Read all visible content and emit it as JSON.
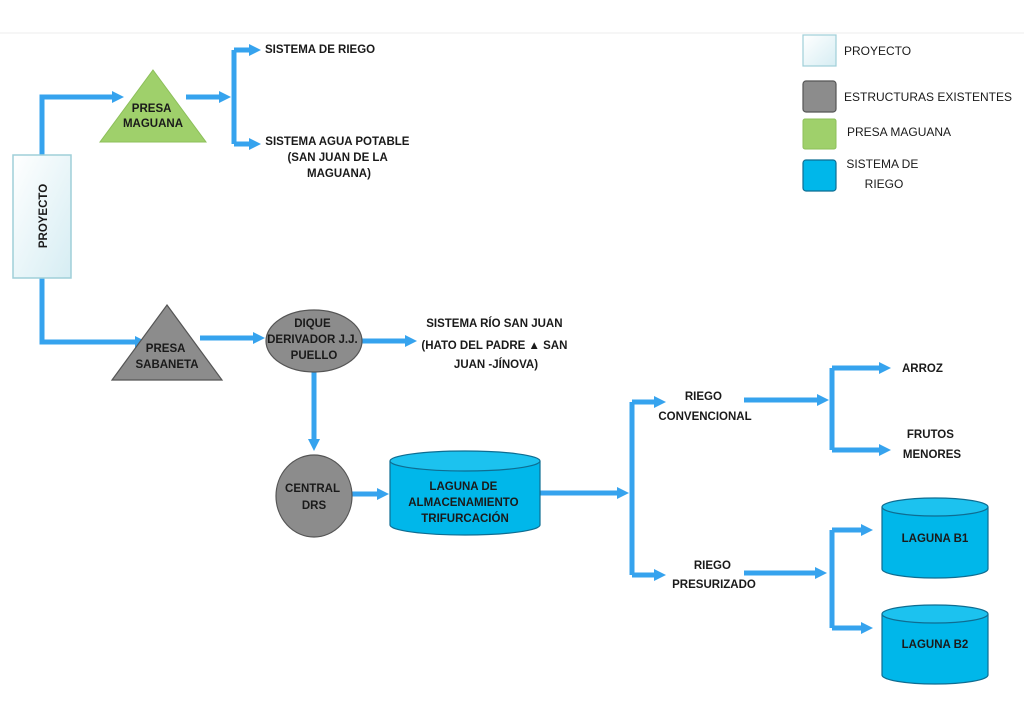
{
  "colors": {
    "arrow": "#36a3ee",
    "proyecto": "#e4f3f6",
    "existing": "#8c8c8c",
    "maguana": "#9fd06b",
    "riego": "#00b7ea"
  },
  "nodes": {
    "proyecto": "PROYECTO",
    "presa_maguana": [
      "PRESA",
      "MAGUANA"
    ],
    "sistema_riego_top": "SISTEMA DE RIEGO",
    "sistema_agua_potable": [
      "SISTEMA AGUA POTABLE",
      "(SAN JUAN DE LA",
      "MAGUANA)"
    ],
    "presa_sabaneta": [
      "PRESA",
      "SABANETA"
    ],
    "dique": [
      "DIQUE",
      "DERIVADOR J.J.",
      "PUELLO"
    ],
    "sistema_rio_san_juan": [
      "SISTEMA RÍO SAN JUAN",
      "(HATO DEL PADRE ▲ SAN",
      "JUAN -JÍNOVA)"
    ],
    "central_drs": [
      "CENTRAL",
      "DRS"
    ],
    "laguna_trifurcacion": [
      "LAGUNA DE",
      "ALMACENAMIENTO",
      "TRIFURCACIÓN"
    ],
    "riego_convencional": [
      "RIEGO",
      "CONVENCIONAL"
    ],
    "riego_presurizado": [
      "RIEGO",
      "PRESURIZADO"
    ],
    "arroz": "ARROZ",
    "frutos_menores": [
      "FRUTOS",
      "MENORES"
    ],
    "laguna_b1": "LAGUNA B1",
    "laguna_b2": "LAGUNA  B2"
  },
  "legend": [
    {
      "label": "PROYECTO",
      "color": "#e4f3f6"
    },
    {
      "label": "ESTRUCTURAS EXISTENTES",
      "color": "#8c8c8c"
    },
    {
      "label": "PRESA MAGUANA",
      "color": "#9fd06b"
    },
    {
      "label": [
        "SISTEMA  DE",
        "RIEGO"
      ],
      "color": "#00b7ea"
    }
  ]
}
